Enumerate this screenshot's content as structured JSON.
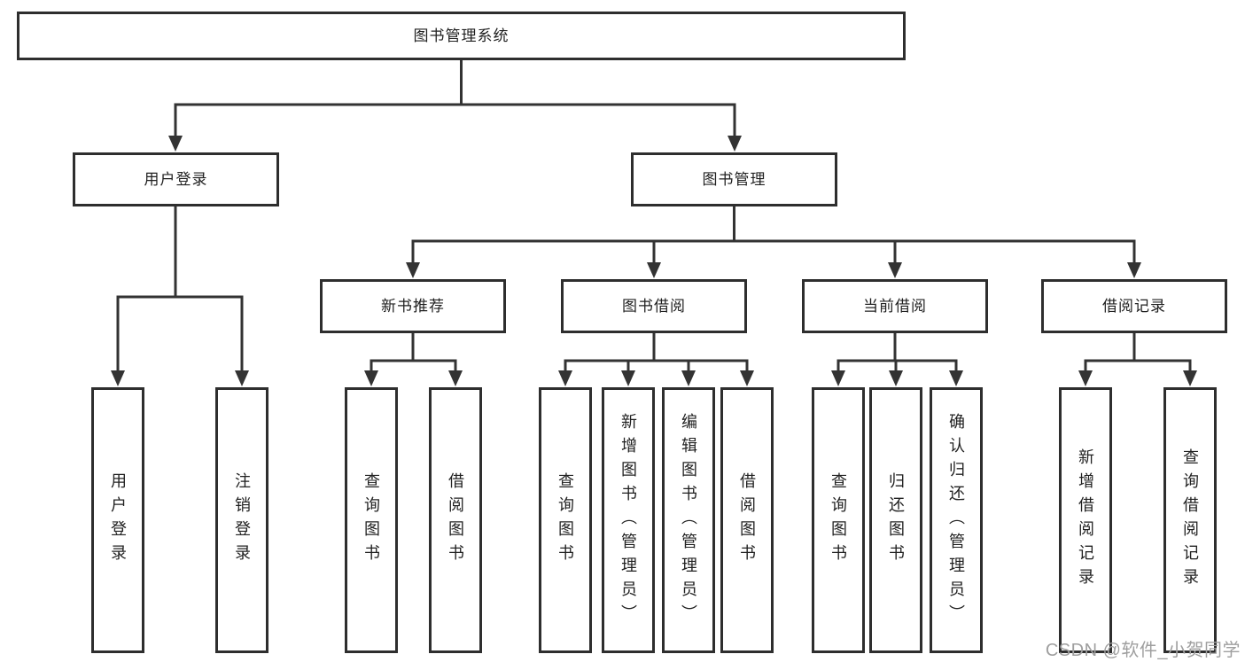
{
  "colors": {
    "background": "#ffffff",
    "box_border": "#2e2e2e",
    "connector_line": "#333333",
    "text": "#212121",
    "watermark": "#9f9f9f"
  },
  "tree": {
    "root": {
      "label": "图书管理系统",
      "children": [
        {
          "label": "用户登录",
          "children": [
            {
              "label": "用户登录"
            },
            {
              "label": "注销登录"
            }
          ]
        },
        {
          "label": "图书管理",
          "children": [
            {
              "label": "新书推荐",
              "children": [
                {
                  "label": "查询图书"
                },
                {
                  "label": "借阅图书"
                }
              ]
            },
            {
              "label": "图书借阅",
              "children": [
                {
                  "label": "查询图书"
                },
                {
                  "label": "新增图书（管理员）"
                },
                {
                  "label": "编辑图书（管理员）"
                },
                {
                  "label": "借阅图书"
                }
              ]
            },
            {
              "label": "当前借阅",
              "children": [
                {
                  "label": "查询图书"
                },
                {
                  "label": "归还图书"
                },
                {
                  "label": "确认归还（管理员）"
                }
              ]
            },
            {
              "label": "借阅记录",
              "children": [
                {
                  "label": "新增借阅记录"
                },
                {
                  "label": "查询借阅记录"
                }
              ]
            }
          ]
        }
      ]
    }
  },
  "watermark": {
    "text": "CSDN @软件_小贺同学"
  }
}
